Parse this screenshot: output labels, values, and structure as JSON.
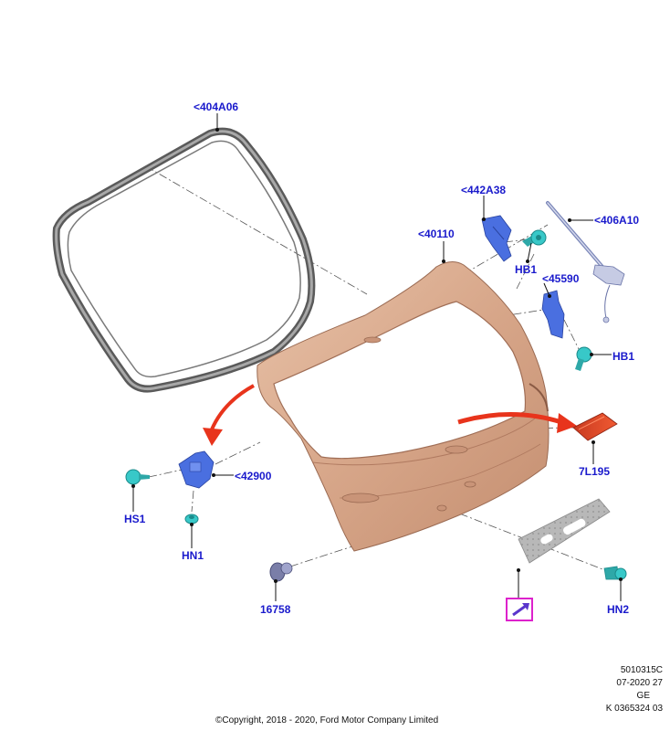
{
  "callouts": {
    "seal": "<404A06",
    "latch_cable": "<442A38",
    "gas_strut": "<406A10",
    "door_panel": "<40110",
    "hb1_upper": "HB1",
    "bracket": "<45590",
    "hb1_lower": "HB1",
    "lock": "<42900",
    "hs1": "HS1",
    "hn1": "HN1",
    "lamp": "7L195",
    "screw": "16758",
    "hn2": "HN2"
  },
  "info": {
    "line1": "5010315C",
    "line2": "07-2020 27",
    "line3": "GE",
    "line4": "K 0365324 03"
  },
  "copyright": "©Copyright, 2018 - 2020, Ford Motor Company Limited",
  "colors": {
    "callout_text": "#1a1acc",
    "door_body": "#d6a78a",
    "seal": "#6e6e6e",
    "blue_parts": "#4a6fe0",
    "teal_fasteners": "#38c8c8",
    "red_lamp": "#e0401e",
    "red_arrow": "#e8341c",
    "symbol_box": "#dd22cc"
  },
  "icons": {
    "note_symbol": "pencil-arrow-icon"
  }
}
